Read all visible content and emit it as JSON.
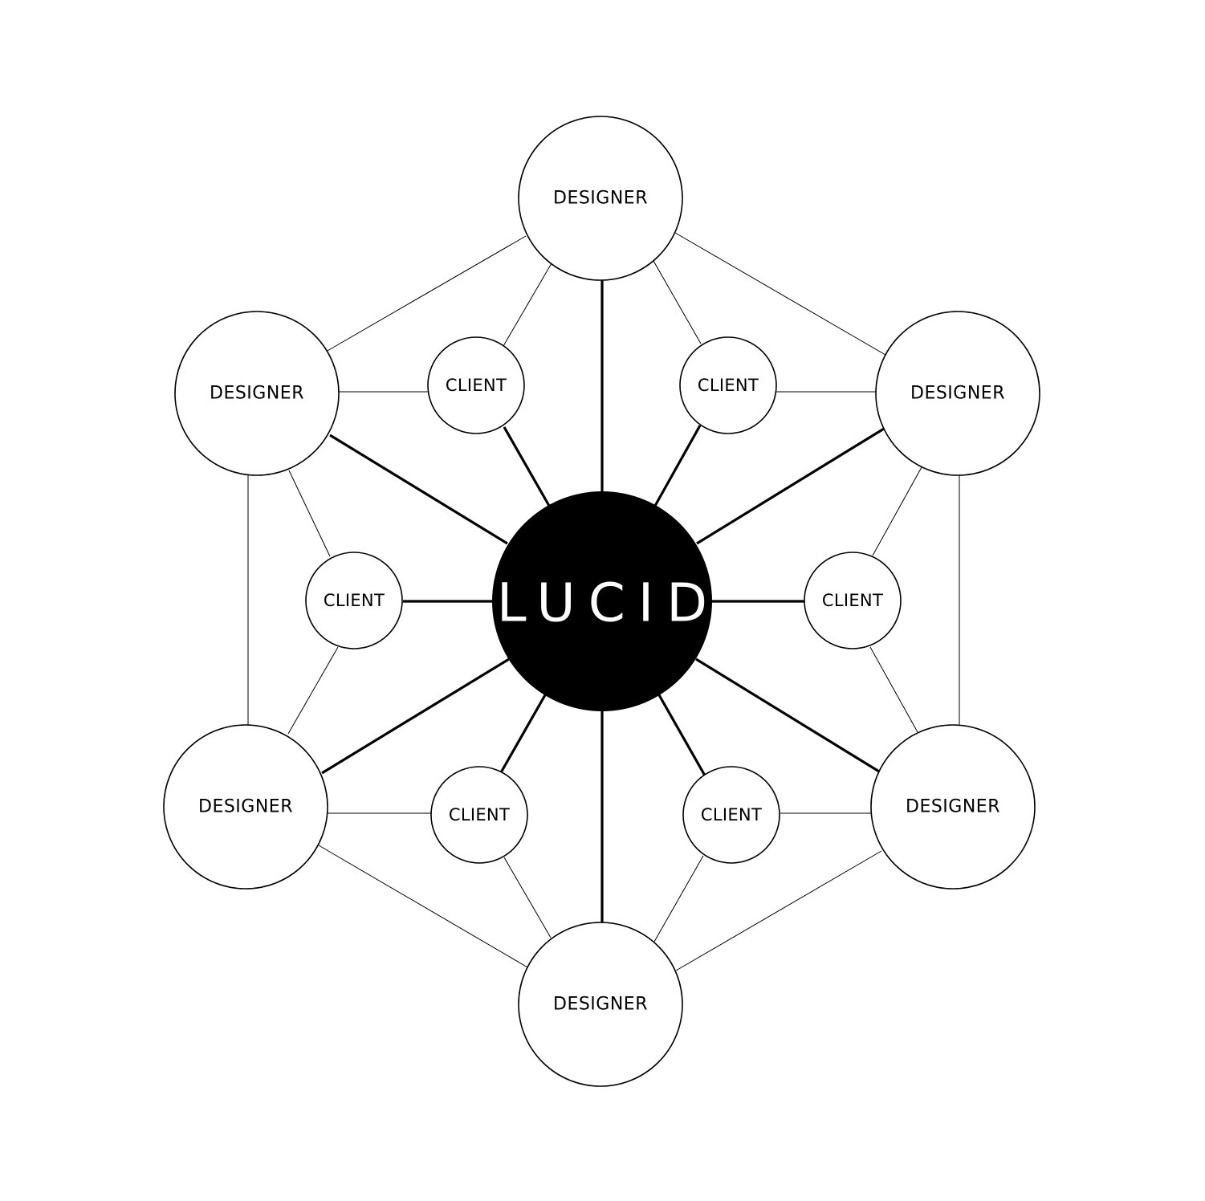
{
  "hub": {
    "label": "LUCID"
  },
  "designers": [
    {
      "label": "DESIGNER"
    },
    {
      "label": "DESIGNER"
    },
    {
      "label": "DESIGNER"
    },
    {
      "label": "DESIGNER"
    },
    {
      "label": "DESIGNER"
    },
    {
      "label": "DESIGNER"
    }
  ],
  "clients": [
    {
      "label": "CLIENT"
    },
    {
      "label": "CLIENT"
    },
    {
      "label": "CLIENT"
    },
    {
      "label": "CLIENT"
    },
    {
      "label": "CLIENT"
    },
    {
      "label": "CLIENT"
    }
  ],
  "colors": {
    "hub_fill": "#000000",
    "hub_text": "#ffffff",
    "node_fill": "#ffffff",
    "stroke": "#000000"
  }
}
